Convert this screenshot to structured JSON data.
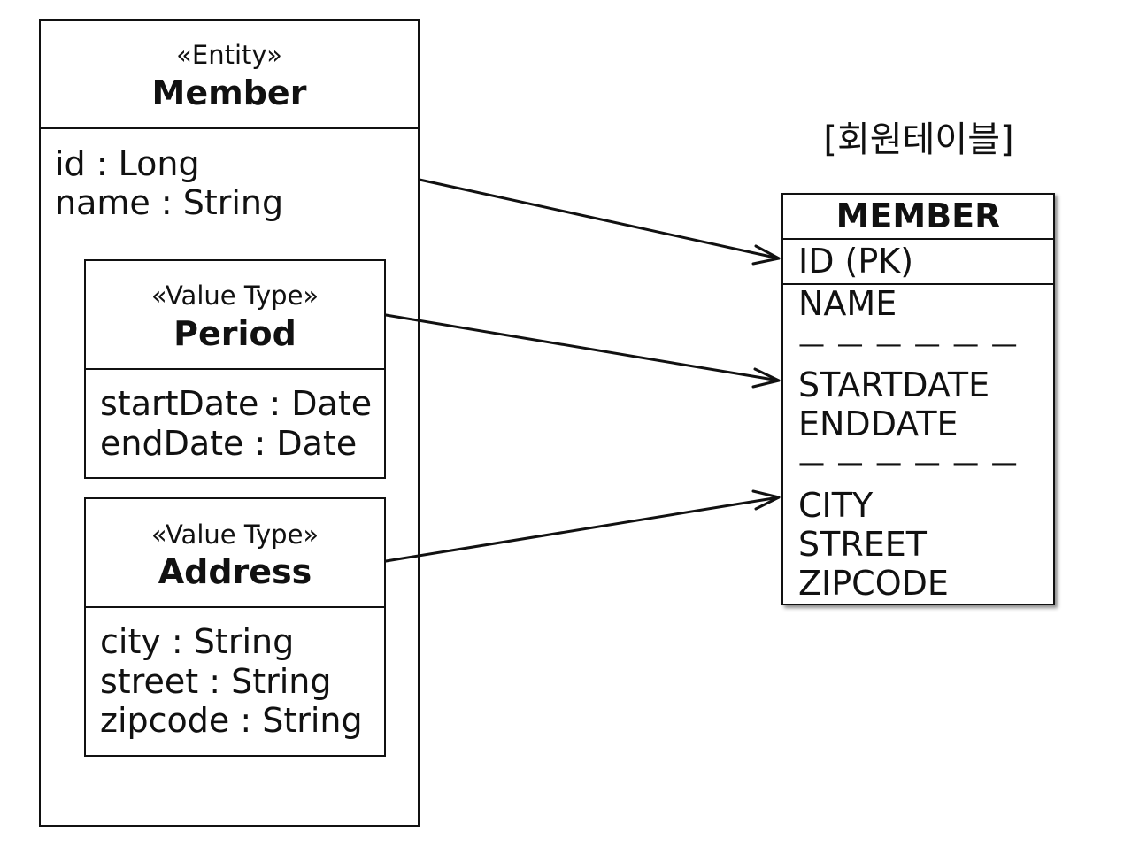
{
  "entity": {
    "stereotype": "«Entity»",
    "name": "Member",
    "attributes": [
      "id : Long",
      "name : String"
    ]
  },
  "period": {
    "stereotype": "«Value Type»",
    "name": "Period",
    "attributes": [
      "startDate : Date",
      "endDate : Date"
    ]
  },
  "address": {
    "stereotype": "«Value Type»",
    "name": "Address",
    "attributes": [
      "city : String",
      "street : String",
      "zipcode : String"
    ]
  },
  "table": {
    "caption": "[회원테이블]",
    "name": "MEMBER",
    "pk": "ID (PK)",
    "columns": [
      "NAME",
      "STARTDATE",
      "ENDDATE",
      "CITY",
      "STREET",
      "ZIPCODE"
    ],
    "separator": "— — — — — —"
  }
}
